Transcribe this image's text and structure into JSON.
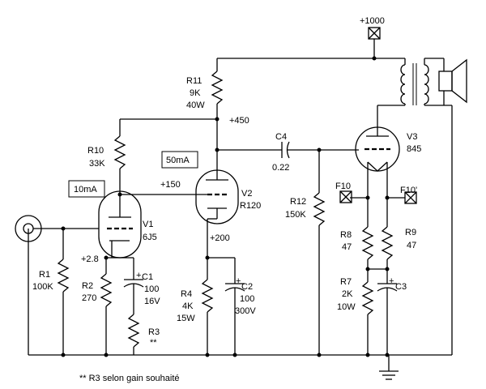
{
  "voltages": {
    "hv": "+1000",
    "v450": "+450",
    "v150": "+150",
    "v200": "+200",
    "v28": "+2.8"
  },
  "currents": {
    "v1": "10mA",
    "v2": "50mA"
  },
  "tubes": {
    "v1": {
      "ref": "V1",
      "type": "6J5"
    },
    "v2": {
      "ref": "V2",
      "type": "R120"
    },
    "v3": {
      "ref": "V3",
      "type": "845"
    }
  },
  "components": {
    "r1": {
      "ref": "R1",
      "value": "100K"
    },
    "r2": {
      "ref": "R2",
      "value": "270"
    },
    "r3": {
      "ref": "R3",
      "value": "**"
    },
    "r4": {
      "ref": "R4",
      "value": "4K",
      "rating": "15W"
    },
    "r7": {
      "ref": "R7",
      "value": "2K",
      "rating": "10W"
    },
    "r8": {
      "ref": "R8",
      "value": "47"
    },
    "r9": {
      "ref": "R9",
      "value": "47"
    },
    "r10": {
      "ref": "R10",
      "value": "33K"
    },
    "r11": {
      "ref": "R11",
      "value": "9K",
      "rating": "40W"
    },
    "r12": {
      "ref": "R12",
      "value": "150K"
    },
    "c1": {
      "ref": "C1",
      "value": "100",
      "rating": "16V"
    },
    "c2": {
      "ref": "C2",
      "value": "100",
      "rating": "300V"
    },
    "c3": {
      "ref": "C3"
    },
    "c4": {
      "ref": "C4",
      "value": "0.22"
    }
  },
  "filament": {
    "f10": "F10",
    "f10p": "F10'"
  },
  "footnote": "** R3 selon gain souhaité"
}
